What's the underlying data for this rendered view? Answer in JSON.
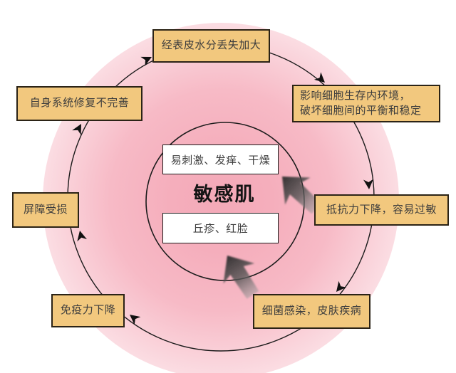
{
  "diagram": {
    "center": {
      "label": "敏感肌",
      "symptom_top": "易刺激、发痒、干燥",
      "symptom_bottom": "丘疹、红脸"
    },
    "nodes": {
      "top": "经表皮水分丢失加大",
      "top_right": "影响细胞生存内环境，\n破坏细胞间的平衡和稳定",
      "right": "抵抗力下降，容易过敏",
      "bottom_right": "细菌感染，皮肤疾病",
      "bottom_left": "免疫力下降",
      "left": "屏障受损",
      "top_left": "自身系统修复不完善"
    },
    "colors": {
      "node_fill": "#f2c87e",
      "node_border": "#2b2316",
      "center_pink": "#f4a9b8",
      "cycle_line": "#1a1a1a",
      "impact_arrow_dark": "#2a2a2a",
      "impact_arrow_light": "#9b9b9b"
    }
  }
}
